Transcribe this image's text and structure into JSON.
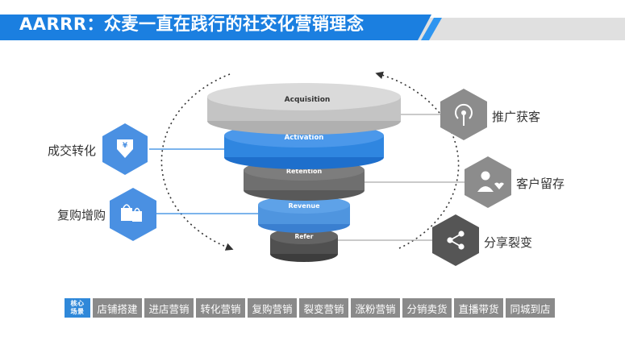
{
  "header": {
    "title": "AARRR：众麦一直在践行的社交化营销理念",
    "colors": {
      "primary": "#1b7fe0",
      "secondary": "#dcdcdc"
    }
  },
  "funnel": {
    "stages": [
      {
        "label": "Acquisition",
        "color": "#c4c4c4"
      },
      {
        "label": "Activation",
        "color": "#2f86e0"
      },
      {
        "label": "Retention",
        "color": "#6f6f6f"
      },
      {
        "label": "Revenue",
        "color": "#4f95df"
      },
      {
        "label": "Refer",
        "color": "#505050"
      }
    ]
  },
  "left_nodes": [
    {
      "label": "成交转化",
      "icon": "yen-box-icon"
    },
    {
      "label": "复购增购",
      "icon": "shopping-bags-icon"
    }
  ],
  "right_nodes": [
    {
      "label": "推广获客",
      "icon": "broadcast-icon"
    },
    {
      "label": "客户留存",
      "icon": "user-heart-icon"
    },
    {
      "label": "分享裂变",
      "icon": "share-icon"
    }
  ],
  "core_scenes": {
    "head": [
      "核心",
      "场景"
    ],
    "items": [
      "店铺搭建",
      "进店营销",
      "转化营销",
      "复购营销",
      "裂变营销",
      "涨粉营销",
      "分销卖货",
      "直播带货",
      "同城到店"
    ]
  }
}
